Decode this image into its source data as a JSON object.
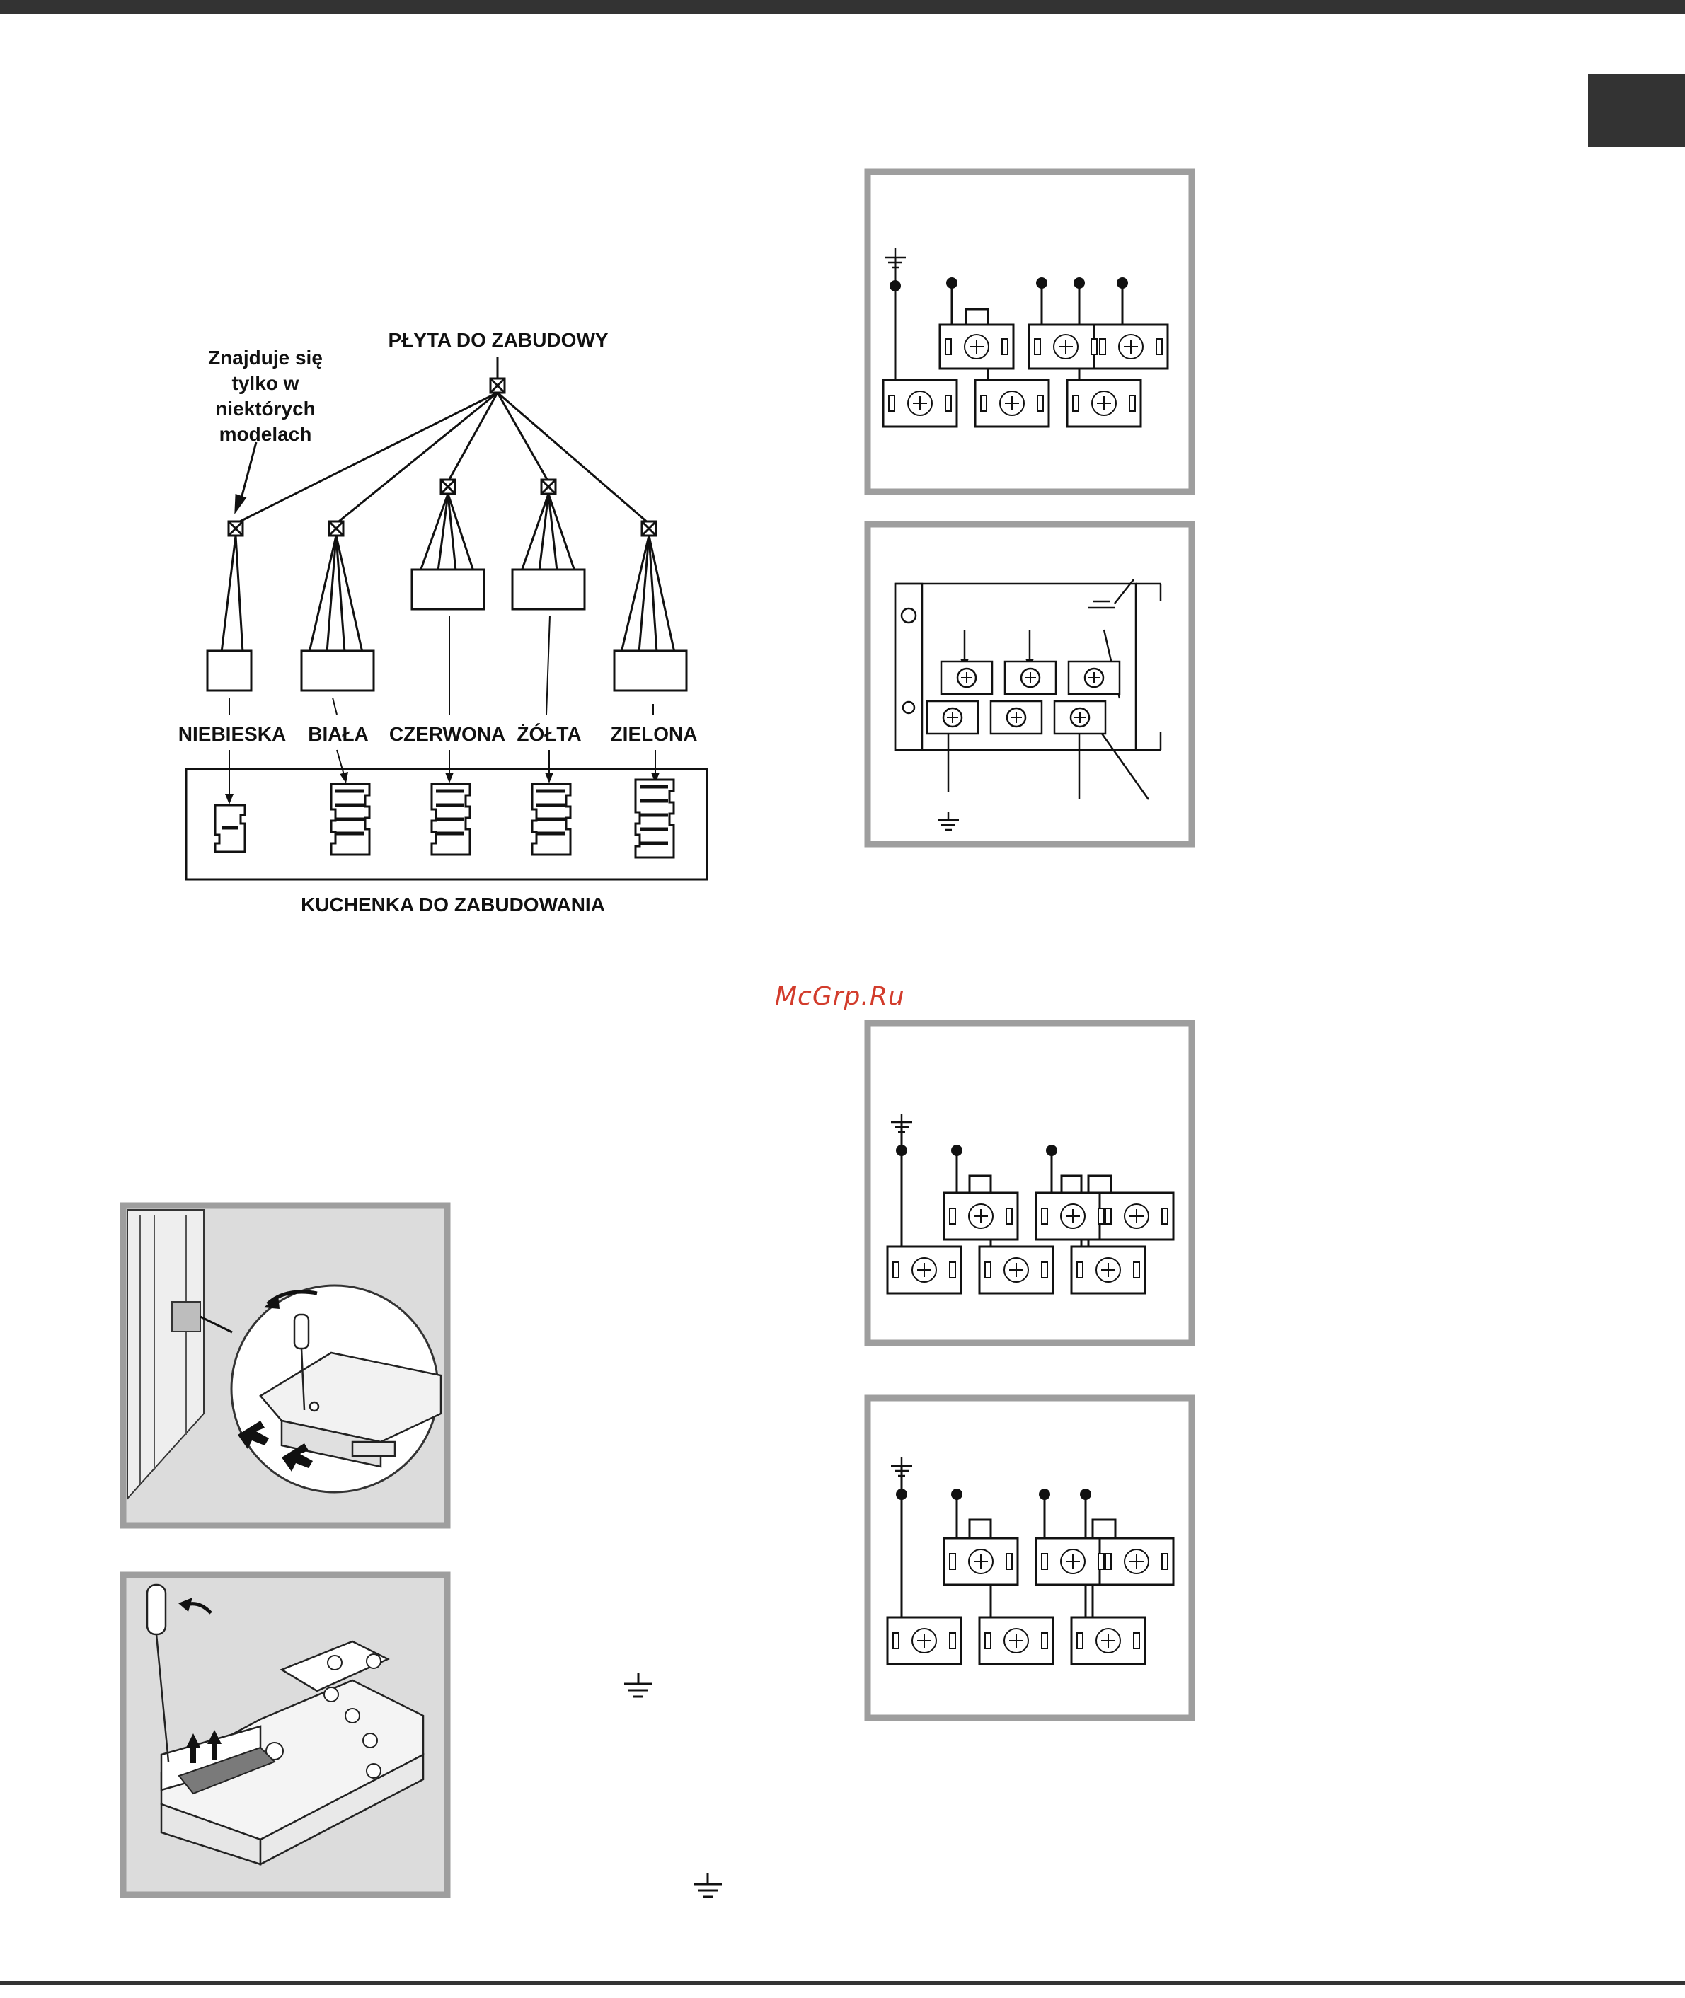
{
  "header": {
    "language_tab_text": ""
  },
  "wiring_diagram": {
    "hob_label": "PŁYTA DO ZABUDOWY",
    "optional_note": "Znajduje się tylko w niektórych modelach",
    "oven_label": "KUCHENKA DO ZABUDOWANIA",
    "connectors": [
      {
        "label": "NIEBIESKA"
      },
      {
        "label": "BIAŁA"
      },
      {
        "label": "CZERWONA"
      },
      {
        "label": "ŻÓŁTA"
      },
      {
        "label": "ZIELONA"
      }
    ]
  },
  "watermark": {
    "text": "McGrp.Ru"
  },
  "figures": {
    "terminal_board_1": {
      "icon": "ground-symbol",
      "description_icon": "terminal-block"
    },
    "terminal_board_2": {
      "icon": "ground-symbol"
    },
    "terminal_board_3": {
      "icon": "ground-symbol"
    },
    "terminal_board_4": {
      "icon": "ground-symbol"
    },
    "cover_removal": {
      "icon": "screwdriver"
    },
    "clamp_removal": {
      "icon": "screwdriver"
    }
  },
  "ground_symbols": [
    {
      "name": "ground-symbol"
    },
    {
      "name": "ground-symbol"
    }
  ],
  "colors": {
    "frame": "#9e9e9e",
    "dark": "#333333",
    "watermark": "#d23c2c"
  }
}
